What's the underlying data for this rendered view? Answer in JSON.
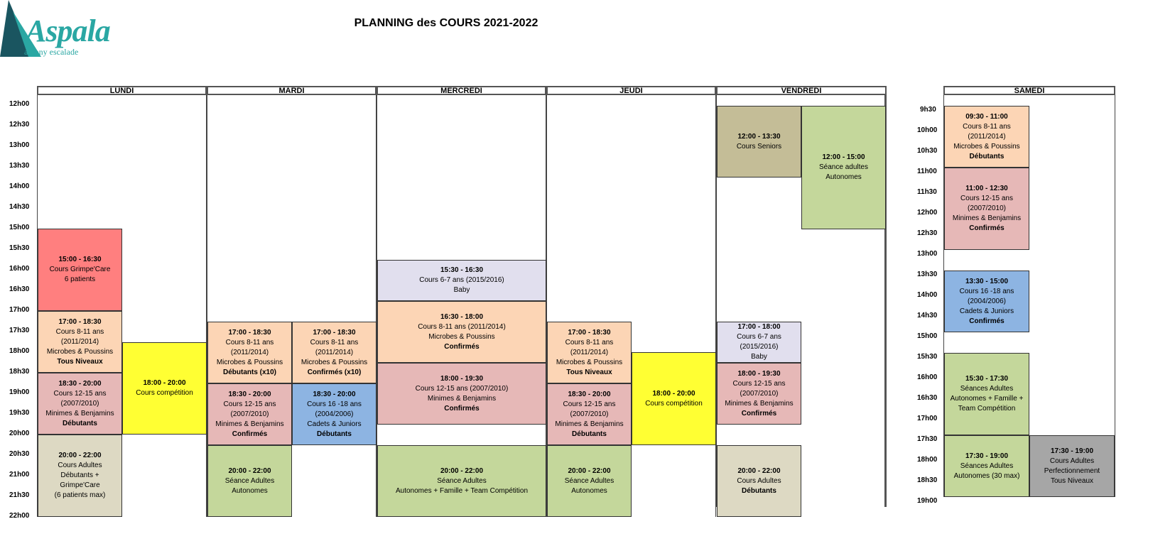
{
  "header": {
    "logo_text": "Aspala",
    "logo_subtitle": "antony escalade",
    "title": "PLANNING des COURS 2021-2022"
  },
  "days": [
    "LUNDI",
    "MARDI",
    "MERCREDI",
    "JEUDI",
    "VENDREDI",
    "SAMEDI"
  ],
  "weekday_times": [
    "12h00",
    "12h30",
    "13h00",
    "13h30",
    "14h00",
    "14h30",
    "15h00",
    "15h30",
    "16h00",
    "16h30",
    "17h00",
    "17h30",
    "18h00",
    "18h30",
    "19h00",
    "19h30",
    "20h00",
    "20h30",
    "21h00",
    "21h30",
    "22h00"
  ],
  "saturday_times": [
    "9h30",
    "10h00",
    "10h30",
    "11h00",
    "11h30",
    "12h00",
    "12h30",
    "13h00",
    "13h30",
    "14h00",
    "14h30",
    "15h00",
    "15h30",
    "16h00",
    "16h30",
    "17h00",
    "17h30",
    "18h00",
    "18h30",
    "19h00"
  ],
  "colors": {
    "red": "#ff7f7f",
    "peach": "#fcd5b5",
    "pink": "#e6b8b7",
    "lavender": "#e1dfee",
    "green": "#c4d79b",
    "yellow": "#ffff33",
    "blue": "#8db4e2",
    "beige": "#ddd9c3",
    "khaki": "#c4bd97",
    "grey": "#a6a6a6"
  },
  "events": {
    "lun_grimpe": {
      "time": "15:00 - 16:30",
      "l1": "Cours Grimpe'Care",
      "l2": "6 patients"
    },
    "lun_811": {
      "time": "17:00 - 18:30",
      "l1": "Cours 8-11 ans",
      "l2": "(2011/2014)",
      "l3": "Microbes & Poussins",
      "bold": "Tous Niveaux"
    },
    "lun_1215": {
      "time": "18:30 - 20:00",
      "l1": "Cours 12-15 ans",
      "l2": "(2007/2010)",
      "l3": "Minimes & Benjamins",
      "bold": "Débutants"
    },
    "lun_compet": {
      "time": "18:00 - 20:00",
      "l1": "Cours compétition"
    },
    "lun_adultes": {
      "time": "20:00 - 22:00",
      "l1": "Cours Adultes",
      "l2": "Débutants + Grimpe'Care",
      "l3": "(6 patients max)"
    },
    "mar_811a": {
      "time": "17:00 - 18:30",
      "l1": "Cours 8-11 ans",
      "l2": "(2011/2014)",
      "l3": "Microbes & Poussins",
      "bold": "Débutants (x10)"
    },
    "mar_811b": {
      "time": "17:00 - 18:30",
      "l1": "Cours 8-11 ans",
      "l2": "(2011/2014)",
      "l3": "Microbes & Poussins",
      "bold": "Confirmés (x10)"
    },
    "mar_1215": {
      "time": "18:30 - 20:00",
      "l1": "Cours 12-15 ans",
      "l2": "(2007/2010)",
      "l3": "Minimes & Benjamins",
      "bold": "Confirmés"
    },
    "mar_1618": {
      "time": "18:30 - 20:00",
      "l1": "Cours 16 -18 ans",
      "l2": "(2004/2006)",
      "l3": "Cadets & Juniors",
      "bold": "Débutants"
    },
    "mar_adultes": {
      "time": "20:00 - 22:00",
      "l1": "Séance Adultes",
      "l2": "Autonomes"
    },
    "mer_baby": {
      "time": "15:30 - 16:30",
      "l1": "Cours 6-7 ans (2015/2016)",
      "l2": "Baby"
    },
    "mer_811": {
      "time": "16:30 - 18:00",
      "l1": "Cours 8-11 ans (2011/2014)",
      "l2": "Microbes & Poussins",
      "bold": "Confirmés"
    },
    "mer_1215": {
      "time": "18:00 - 19:30",
      "l1": "Cours 12-15 ans (2007/2010)",
      "l2": "Minimes & Benjamins",
      "bold": "Confirmés"
    },
    "mer_adultes": {
      "time": "20:00 - 22:00",
      "l1": "Séance Adultes",
      "l2": "Autonomes + Famille + Team Compétition"
    },
    "jeu_811": {
      "time": "17:00 - 18:30",
      "l1": "Cours 8-11 ans",
      "l2": "(2011/2014)",
      "l3": "Microbes & Poussins",
      "bold": "Tous Niveaux"
    },
    "jeu_1215": {
      "time": "18:30 - 20:00",
      "l1": "Cours 12-15 ans",
      "l2": "(2007/2010)",
      "l3": "Minimes & Benjamins",
      "bold": "Débutants"
    },
    "jeu_compet": {
      "time": "18:00 - 20:00",
      "l1": "Cours compétition"
    },
    "jeu_adultes": {
      "time": "20:00 - 22:00",
      "l1": "Séance Adultes",
      "l2": "Autonomes"
    },
    "ven_seniors": {
      "time": "12:00 - 13:30",
      "l1": "Cours Seniors"
    },
    "ven_adultes": {
      "time": "12:00 - 15:00",
      "l1": "Séance adultes",
      "l2": "Autonomes"
    },
    "ven_baby": {
      "time": "17:00 - 18:00",
      "l1": "Cours 6-7 ans (2015/2016)",
      "l2": "Baby"
    },
    "ven_1215": {
      "time": "18:00 - 19:30",
      "l1": "Cours 12-15 ans",
      "l2": "(2007/2010)",
      "l3": "Minimes & Benjamins",
      "bold": "Confirmés"
    },
    "ven_soir": {
      "time": "20:00 - 22:00",
      "l1": "Cours Adultes",
      "bold": "Débutants"
    },
    "sam_811": {
      "time": "09:30 - 11:00",
      "l1": "Cours 8-11 ans",
      "l2": "(2011/2014)",
      "l3": "Microbes & Poussins",
      "bold": "Débutants"
    },
    "sam_1215": {
      "time": "11:00 - 12:30",
      "l1": "Cours 12-15 ans",
      "l2": "(2007/2010)",
      "l3": "Minimes & Benjamins",
      "bold": "Confirmés"
    },
    "sam_1618": {
      "time": "13:30 - 15:00",
      "l1": "Cours 16 -18 ans",
      "l2": "(2004/2006)",
      "l3": "Cadets & Juniors",
      "bold": "Confirmés"
    },
    "sam_famille": {
      "time": "15:30 - 17:30",
      "l1": "Séances Adultes",
      "l2": "Autonomes + Famille +",
      "l3": "Team Compétition"
    },
    "sam_adultes": {
      "time": "17:30 - 19:00",
      "l1": "Séances Adultes",
      "l2": "Autonomes (30 max)"
    },
    "sam_perf": {
      "time": "17:30 - 19:00",
      "l1": "Cours Adultes",
      "l2": "Perfectionnement",
      "l3": "Tous Niveaux"
    }
  }
}
